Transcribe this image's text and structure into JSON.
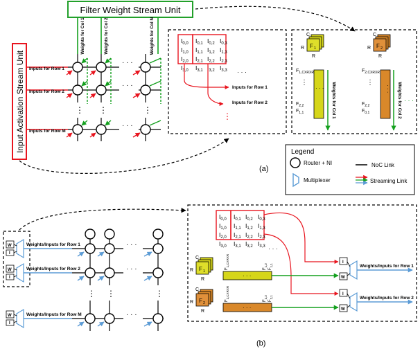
{
  "units": {
    "filter": "Filter Weight Stream Unit",
    "input": "Input Activation Stream Unit"
  },
  "diagram_a": {
    "row_labels": [
      "Inputs for Row 1",
      "Inputs for Row 2",
      "Inputs for Row M"
    ],
    "col_labels": [
      "Weights for Col 1",
      "Weights for Col 2",
      "Weights for Col N"
    ],
    "ellipsis": "· · ·",
    "vdots": "⋮",
    "matrix": {
      "i00": "I",
      "s00": "0,0",
      "i01": "I",
      "s01": "0,1",
      "i02": "I",
      "s02": "0,2",
      "i03": "I",
      "s03": "0,3",
      "i10": "I",
      "s10": "1,0",
      "i11": "I",
      "s11": "1,1",
      "i12": "I",
      "s12": "1,2",
      "i13": "I",
      "s13": "1,3",
      "i20": "I",
      "s20": "2,0",
      "i21": "I",
      "s21": "2,1",
      "i22": "I",
      "s22": "2,2",
      "i23": "I",
      "s23": "2,3",
      "i30": "I",
      "s30": "3,0",
      "i31": "I",
      "s31": "3,1",
      "i32": "I",
      "s32": "3,2",
      "i33": "I",
      "s33": "3,3"
    },
    "inset_row1": "Inputs for Row 1",
    "inset_row2": "Inputs for Row 2",
    "filters": {
      "c": "C",
      "r": "R",
      "f1": "F",
      "f1s": "1",
      "f2": "F",
      "f2s": "2",
      "col1_top": "F",
      "col1_top_s": "1,CXRXR",
      "col1_a": "F",
      "col1_a_s": "2,2",
      "col1_b": "F",
      "col1_b_s": "1,1",
      "col2_top": "F",
      "col2_top_s": "2,CXRXR",
      "col2_a": "F",
      "col2_a_s": "2,2",
      "col2_b": "F",
      "col2_b_s": "0,1",
      "wcol1": "Weights for Col 1",
      "wcol2": "Weights for Col 2"
    },
    "caption": "(a)"
  },
  "legend": {
    "title": "Legend",
    "router": "Router + NI",
    "noc": "NoC Link",
    "mux": "Multiplexer",
    "stream": "Streaming Link"
  },
  "diagram_b": {
    "row_labels": [
      "Weights/Inputs for Row 1",
      "Weights/Inputs for Row 2",
      "Weights/Inputs for Row M"
    ],
    "mux_i": "I",
    "mux_w": "W",
    "out_row1": "Weights/Inputs for Row 1",
    "out_row2": "Weights/Inputs for Row 2",
    "bar1_top": "F",
    "bar1_top_s": "1,CXRXR",
    "bar1_a": "F",
    "bar1_a_s": "1,2",
    "bar1_b": "F",
    "bar1_b_s": "1,1",
    "bar2_top": "F",
    "bar2_top_s": "2,CXRXR",
    "bar2_a": "F",
    "bar2_a_s": "2,2",
    "bar2_b": "F",
    "bar2_b_s": "2,1",
    "caption": "(b)"
  }
}
